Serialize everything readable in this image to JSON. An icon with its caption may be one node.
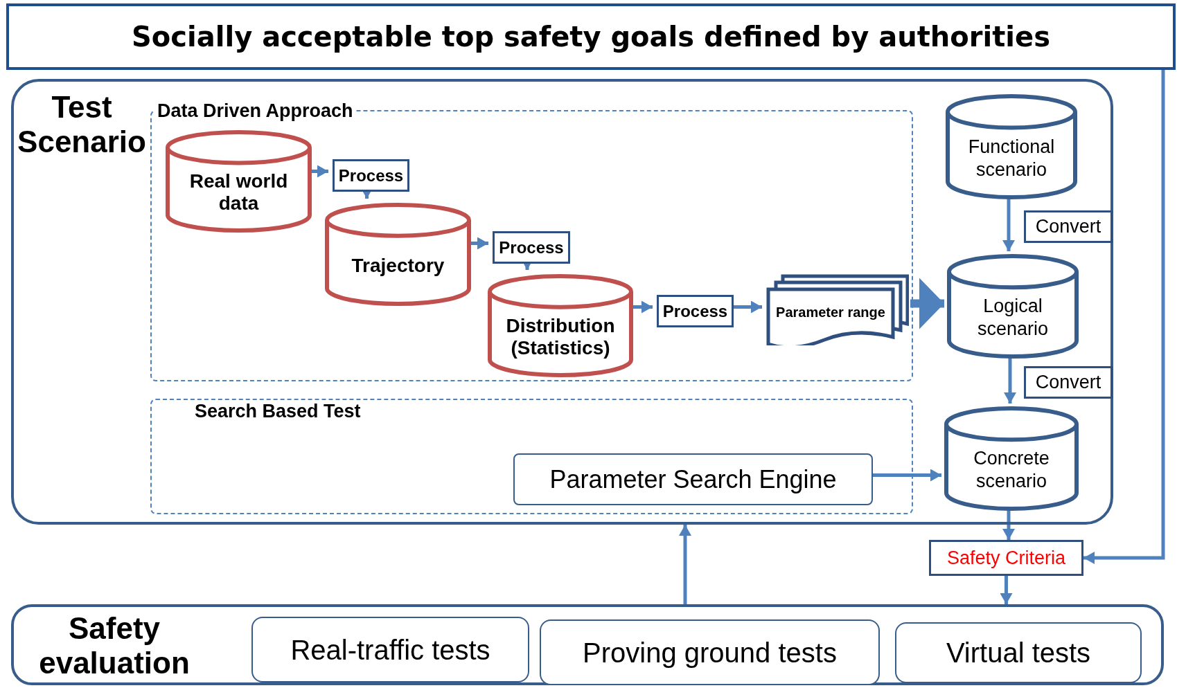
{
  "diagram": {
    "nodes": [
      {
        "text": [
          "Socially acceptable top safety goals defined by authorities"
        ]
      },
      {
        "text": [
          "Test Scenario"
        ]
      },
      {
        "text": [
          "Data Driven Approach"
        ],
        "in": 1
      },
      {
        "text": [
          "Real world data"
        ],
        "in": 2
      },
      {
        "text": [
          "Process"
        ],
        "in": 2
      },
      {
        "text": [
          "Trajectory"
        ],
        "in": 2
      },
      {
        "text": [
          "Process"
        ],
        "in": 2
      },
      {
        "text": [
          "Distribution (Statistics)"
        ],
        "in": 2
      },
      {
        "text": [
          "Process"
        ],
        "in": 2
      },
      {
        "text": [
          "Parameter range"
        ],
        "in": 2
      },
      {
        "text": [
          "Search Based Test"
        ],
        "in": 1
      },
      {
        "text": [
          "Parameter Search Engine"
        ],
        "in": 10
      },
      {
        "text": [
          "Functional scenario"
        ],
        "in": 1
      },
      {
        "text": [
          "Logical scenario"
        ],
        "in": 1
      },
      {
        "text": [
          "Concrete scenario"
        ],
        "in": 1
      },
      {
        "text": [
          "Safety Criteria"
        ]
      },
      {
        "text": [
          "Safety evaluation"
        ]
      },
      {
        "text": [
          "Real-traffic tests"
        ],
        "in": 16
      },
      {
        "text": [
          "Proving ground tests"
        ],
        "in": 16
      },
      {
        "text": [
          "Virtual tests"
        ],
        "in": 16
      },
      {
        "text": [
          "Convert"
        ],
        "in": 1
      },
      {
        "text": [
          "Convert"
        ],
        "in": 1
      }
    ],
    "edges": [
      {
        "from": 3,
        "to": 4,
        "arrow": "to"
      },
      {
        "from": 4,
        "to": 5,
        "arrow": "to"
      },
      {
        "from": 5,
        "to": 6,
        "arrow": "to"
      },
      {
        "from": 6,
        "to": 7,
        "arrow": "to"
      },
      {
        "from": 7,
        "to": 8,
        "arrow": "to"
      },
      {
        "from": 8,
        "to": 9,
        "arrow": "to"
      },
      {
        "from": 2,
        "to": 13,
        "arrow": "to",
        "style": "thick"
      },
      {
        "from": 12,
        "to": 13,
        "arrow": "to"
      },
      {
        "from": 13,
        "to": 14,
        "arrow": "to"
      },
      {
        "from": 11,
        "to": 14,
        "arrow": "to"
      },
      {
        "from": 14,
        "to": 15,
        "arrow": "to"
      },
      {
        "from": 0,
        "to": 15,
        "arrow": "to"
      },
      {
        "from": 15,
        "to": 16,
        "arrow": "to"
      },
      {
        "from": 16,
        "to": 1,
        "arrow": "to"
      }
    ]
  }
}
